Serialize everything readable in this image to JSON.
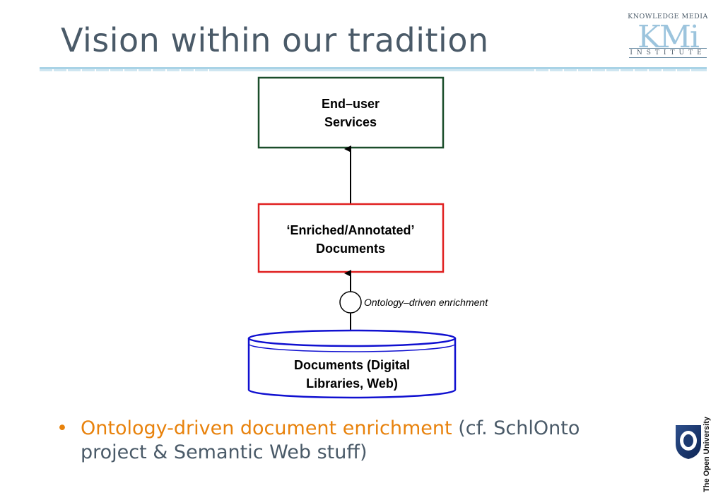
{
  "slide": {
    "title": "Vision within our tradition"
  },
  "logos": {
    "kmi_top": "KNOWLEDGE MEDIA",
    "kmi_mark": "KMi",
    "kmi_bottom": "INSTITUTE",
    "ou_label": "The Open University"
  },
  "diagram": {
    "nodes": [
      {
        "id": "end-user-services",
        "shape": "box",
        "lines": [
          "End–user",
          "Services"
        ],
        "border_color": "#1a4d2a"
      },
      {
        "id": "enriched-documents",
        "shape": "box",
        "lines": [
          "‘Enriched/Annotated’",
          "Documents"
        ],
        "border_color": "#e02020"
      },
      {
        "id": "source-documents",
        "shape": "cylinder",
        "lines": [
          "Documents (Digital",
          "Libraries, Web)"
        ],
        "border_color": "#1010d0"
      }
    ],
    "edges": [
      {
        "from": "enriched-documents",
        "to": "end-user-services",
        "label": ""
      },
      {
        "from": "source-documents",
        "to": "enriched-documents",
        "label": "Ontology–driven enrichment"
      }
    ]
  },
  "bullets": [
    {
      "highlight": "Ontology-driven document enrichment",
      "rest": " (cf. SchlOnto project & Semantic Web stuff)"
    }
  ],
  "colors": {
    "title": "#4a5a68",
    "accent": "#e8820c",
    "rule": "#a9d3e6"
  }
}
